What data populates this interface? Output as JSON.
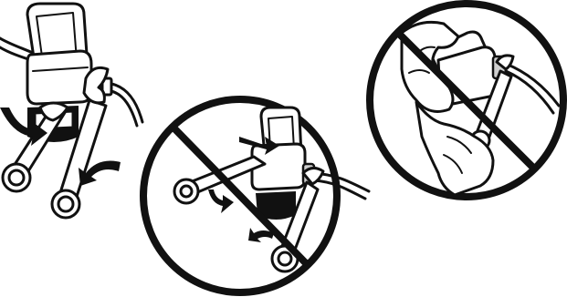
{
  "illustration": {
    "panels": [
      {
        "name": "correct-method",
        "prohibited": false
      },
      {
        "name": "wrong-method-single-wrench-pushing",
        "prohibited": true
      },
      {
        "name": "wrong-method-hand-holding",
        "prohibited": true
      }
    ],
    "colors": {
      "ink": "#111111",
      "background": "#ffffff",
      "shade": "#cfcfcf"
    },
    "icons": [
      "wrench-icon",
      "curved-arrow-icon",
      "prohibition-sign-icon",
      "hand-icon"
    ]
  }
}
